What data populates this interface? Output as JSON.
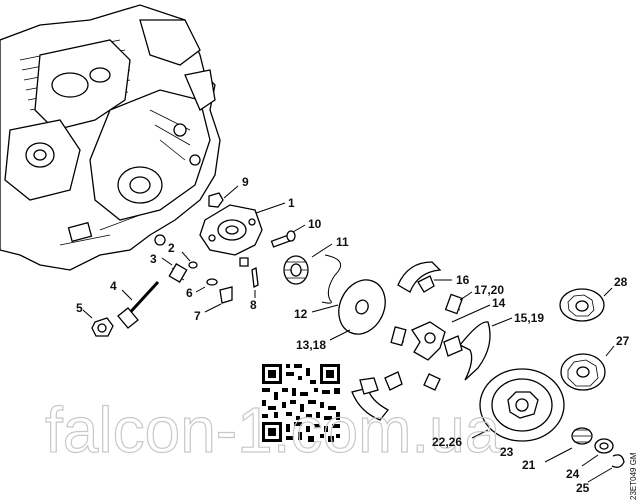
{
  "diagram": {
    "labels": [
      "9",
      "1",
      "10",
      "11",
      "2",
      "3",
      "4",
      "6",
      "8",
      "5",
      "7",
      "12",
      "16",
      "17,20",
      "14",
      "13,18",
      "15,19",
      "28",
      "27",
      "22,26",
      "23",
      "21",
      "24",
      "25"
    ],
    "watermark": "falcon-1.com.ua",
    "reference": "23ET049 GM"
  }
}
